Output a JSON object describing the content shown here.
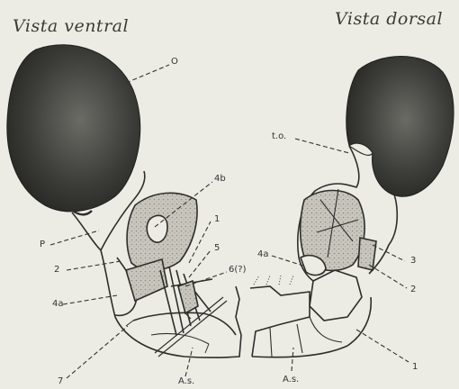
{
  "titles": {
    "left": "Vista ventral",
    "right": "Vista dorsal"
  },
  "labels": {
    "o": "O",
    "four_b": "4b",
    "p": "P",
    "one_left": "1",
    "five": "5",
    "six": "6(?)",
    "two_left": "2",
    "four_a_left": "4a",
    "seven": "7",
    "as_left": "A.s.",
    "to": "t.o.",
    "four_a_right": "4a",
    "three": "3",
    "two_right": "2",
    "one_right": "1",
    "as_right": "A.s."
  }
}
